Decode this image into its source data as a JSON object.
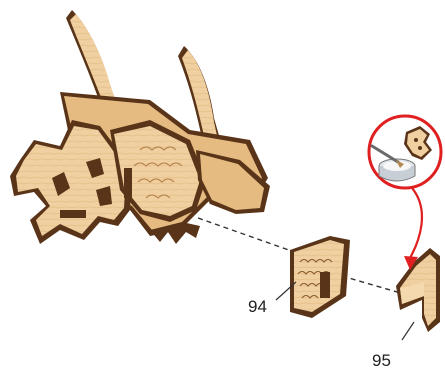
{
  "colors": {
    "wood_light": "#f0cfa0",
    "wood_mid": "#e6bb82",
    "wood_shadow": "#c99a5e",
    "wood_edge": "#5a3418",
    "callout_ring": "#e02020",
    "guide_line": "#333333"
  },
  "icons": {
    "glue": "glue-pot-icon",
    "assembly": "dragon-head-assembly-icon"
  },
  "parts": [
    {
      "id": "94",
      "label": "94",
      "name": "scale-plate"
    },
    {
      "id": "95",
      "label": "95",
      "name": "hook-bracket"
    }
  ]
}
